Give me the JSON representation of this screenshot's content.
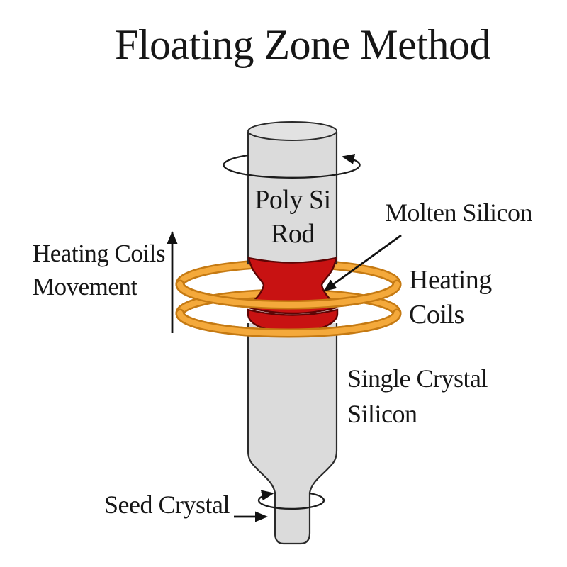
{
  "title": "Floating Zone Method",
  "labels": {
    "rod": {
      "line1": "Poly Si",
      "line2": "Rod"
    },
    "molten": "Molten Silicon",
    "coils": {
      "line1": "Heating",
      "line2": "Coils"
    },
    "movement": {
      "line1": "Heating Coils",
      "line2": "Movement"
    },
    "crystal": {
      "line1": "Single Crystal",
      "line2": "Silicon"
    },
    "seed": "Seed Crystal"
  },
  "colors": {
    "background": "#ffffff",
    "text": "#161616",
    "outline": "#2b2b2b",
    "rod_fill": "#dbdbdb",
    "rod_cap_fill": "#e2e2e2",
    "molten_red": "#c81212",
    "molten_edge": "#5c0505",
    "coil_core": "#f4a93b",
    "coil_edge": "#c57a13"
  }
}
